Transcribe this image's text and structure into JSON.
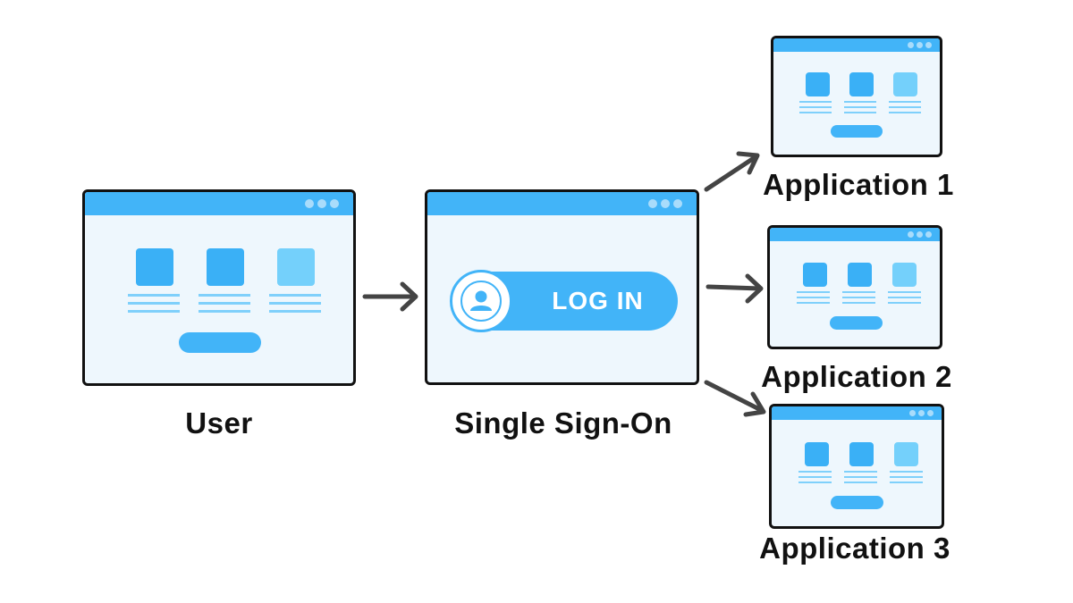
{
  "colors": {
    "frame": "#111111",
    "titlebar": "#42b4f8",
    "window_bg": "#eef7fd",
    "tile_dark": "#3ab0f6",
    "tile_light": "#74d0fb",
    "text_lines": "#7fd0fb",
    "arrow": "#444444"
  },
  "nodes": {
    "user": {
      "label": "User"
    },
    "sso": {
      "label": "Single Sign-On",
      "login_button": "LOG IN",
      "login_icon": "user-icon"
    },
    "app1": {
      "label": "Application 1"
    },
    "app2": {
      "label": "Application 2"
    },
    "app3": {
      "label": "Application 3"
    }
  },
  "edges": [
    {
      "from": "user",
      "to": "sso"
    },
    {
      "from": "sso",
      "to": "app1"
    },
    {
      "from": "sso",
      "to": "app2"
    },
    {
      "from": "sso",
      "to": "app3"
    }
  ]
}
